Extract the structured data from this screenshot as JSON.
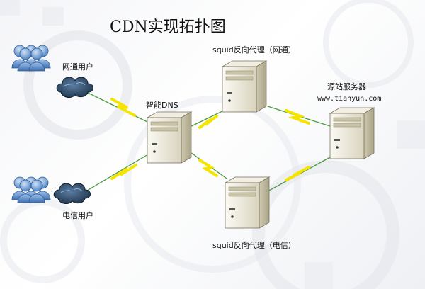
{
  "title": "CDN实现拓扑图",
  "nodes": {
    "netcom_users": {
      "label": "网通用户"
    },
    "telecom_users": {
      "label": "电信用户"
    },
    "smart_dns": {
      "label": "智能DNS"
    },
    "squid_netcom": {
      "label": "squid反向代理（网通）"
    },
    "squid_telecom": {
      "label": "squid反向代理（电信）"
    },
    "origin_server": {
      "label": "源站服务器",
      "url": "www.tianyun.com"
    }
  },
  "icons": {
    "users": "users-icon",
    "cloud": "cloud-icon",
    "server": "server-icon",
    "link": "lightning-link-icon"
  },
  "colors": {
    "server_body": "#ece8d8",
    "link_yellow": "#f4e400",
    "link_green": "#4c9a40",
    "user_blue": "#5f92cf",
    "cloud_dark": "#2d4b6b"
  }
}
